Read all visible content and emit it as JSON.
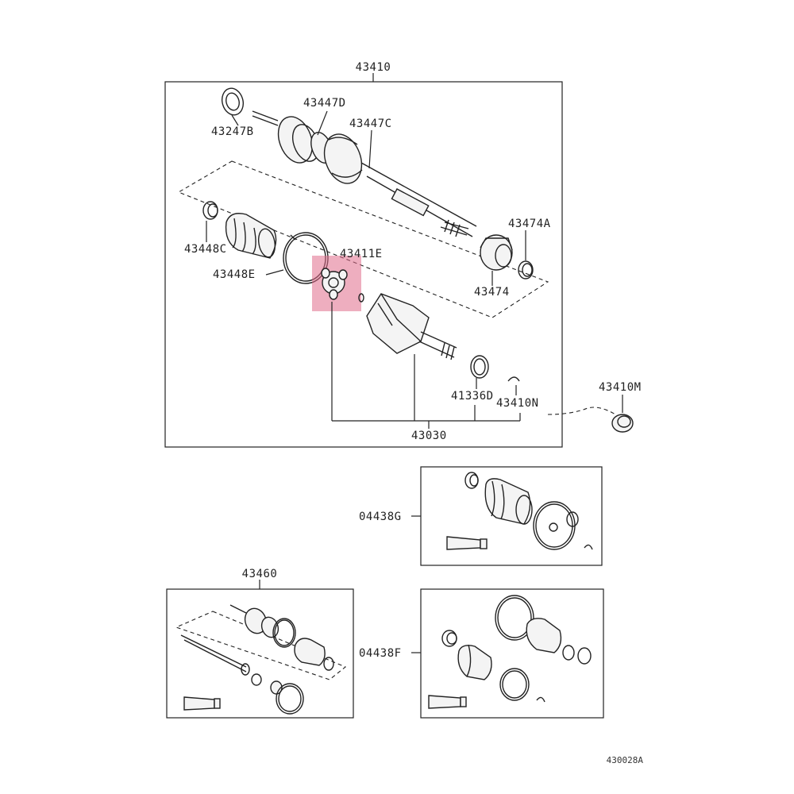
{
  "colors": {
    "line": "#222222",
    "highlight": "#e06c8a",
    "background": "#ffffff"
  },
  "labels": {
    "assy_main": "43410",
    "ring_outer": "43247B",
    "boot_clamp_d": "43447D",
    "boot_clamp_c": "43447C",
    "damper_clamp": "43474A",
    "boot_clamp_small": "43448C",
    "tripod": "43411E",
    "boot_clamp_large": "43448E",
    "damper": "43474",
    "snap_ring": "41336D",
    "clip_n": "43410N",
    "cap_m": "43410M",
    "joint_inboard": "43030",
    "boot_kit_g": "04438G",
    "shaft_assy": "43460",
    "boot_kit_f": "04438F",
    "drawing_code": "430028A"
  }
}
